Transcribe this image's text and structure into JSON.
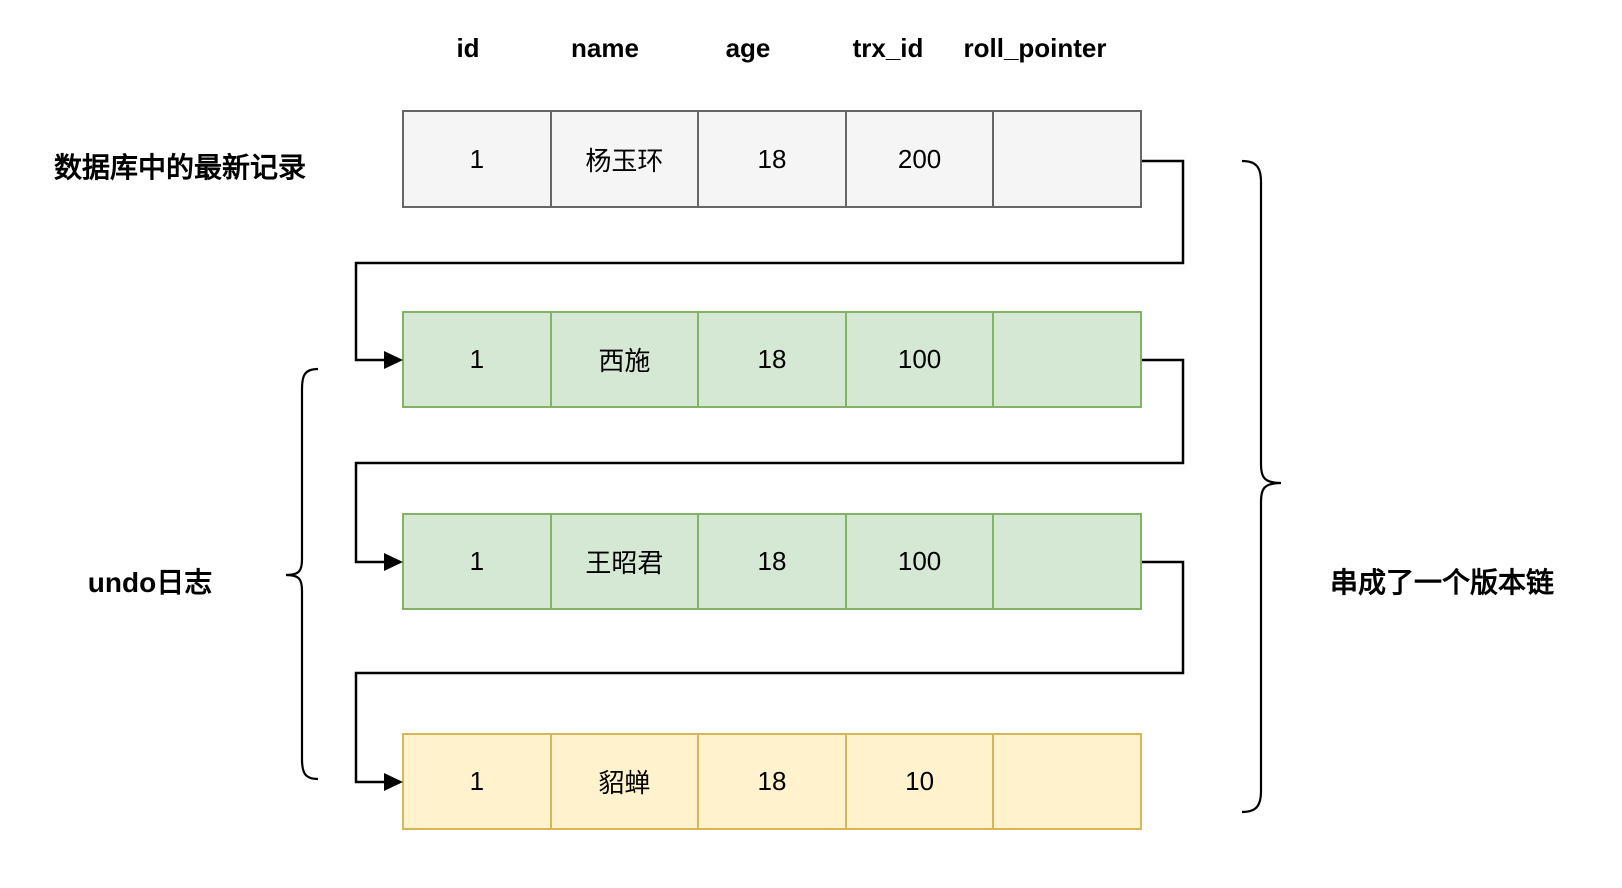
{
  "labels": {
    "latest_record": "数据库中的最新记录",
    "undo_log": "undo日志",
    "version_chain": "串成了一个版本链"
  },
  "table": {
    "columns": [
      "id",
      "name",
      "age",
      "trx_id",
      "roll_pointer"
    ],
    "rows": [
      {
        "variant": "latest",
        "cells": [
          "1",
          "杨玉环",
          "18",
          "200",
          ""
        ]
      },
      {
        "variant": "undo",
        "cells": [
          "1",
          "西施",
          "18",
          "100",
          ""
        ]
      },
      {
        "variant": "undo",
        "cells": [
          "1",
          "王昭君",
          "18",
          "100",
          ""
        ]
      },
      {
        "variant": "oldest",
        "cells": [
          "1",
          "貂蝉",
          "18",
          "10",
          ""
        ]
      }
    ]
  },
  "colors": {
    "latest-fill": "#f5f5f5",
    "latest-border": "#666666",
    "undo-fill": "#d5e8d4",
    "undo-border": "#82b366",
    "oldest-fill": "#fff2cc",
    "oldest-border": "#d6b656",
    "line": "#000000",
    "text": "#000000"
  }
}
